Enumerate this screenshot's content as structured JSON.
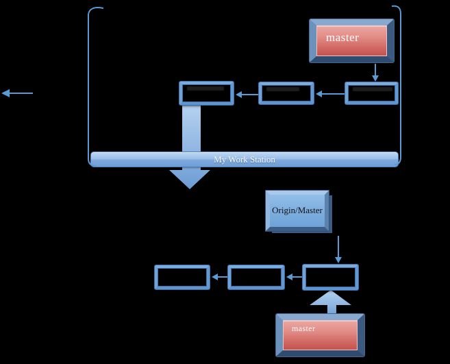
{
  "colors": {
    "background": "#000000",
    "accent_blue": "#5b9bd5",
    "accent_blue_dark": "#41719c",
    "accent_red": "#c0504d"
  },
  "workstation_section": {
    "master_box": {
      "label": "master"
    },
    "stage_boxes": [
      {
        "label": ""
      },
      {
        "label": ""
      },
      {
        "label": ""
      }
    ],
    "bar": {
      "label": "My Work Station"
    }
  },
  "remote_section": {
    "origin_box": {
      "label": "Origin/Master"
    },
    "stage_boxes": [
      {
        "label": ""
      },
      {
        "label": ""
      },
      {
        "label": ""
      }
    ],
    "master_box": {
      "label": "master"
    }
  }
}
